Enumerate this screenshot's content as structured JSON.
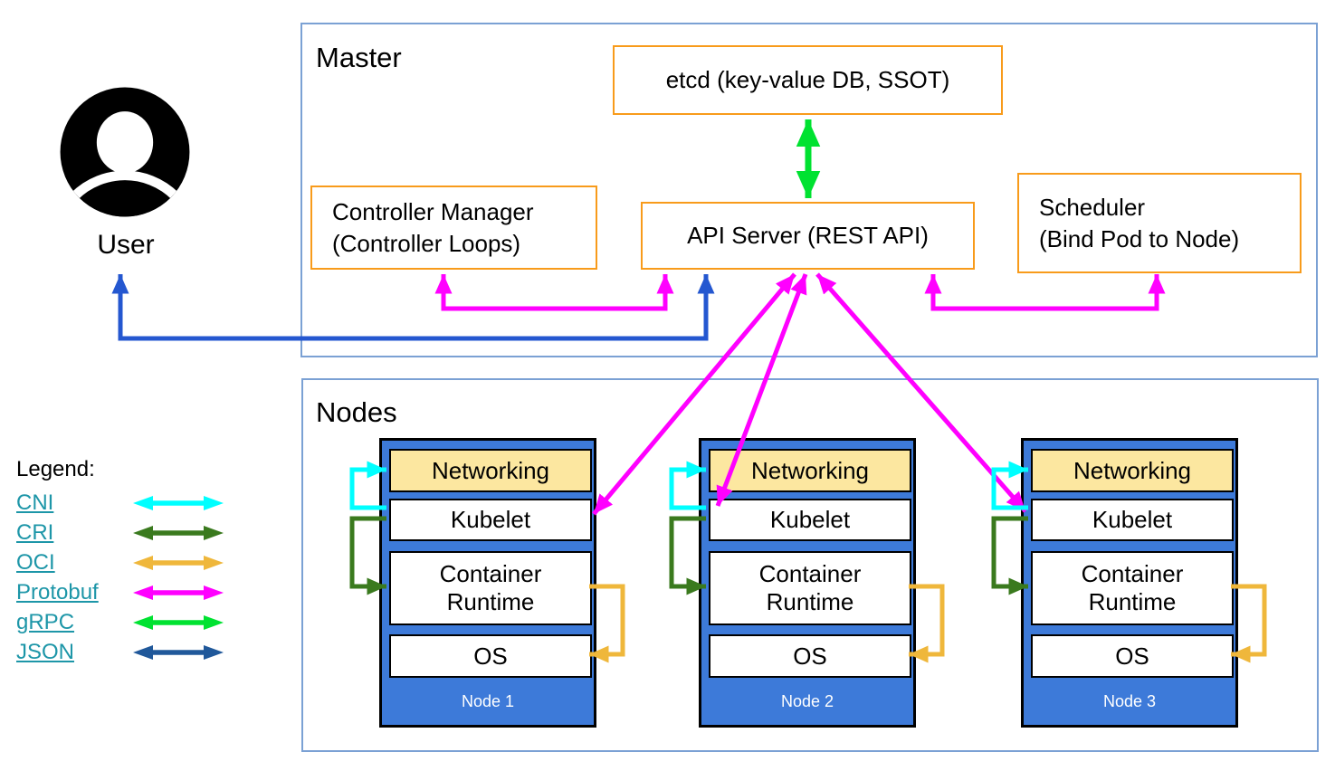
{
  "user": {
    "label": "User"
  },
  "master": {
    "title": "Master",
    "etcd_label": "etcd (key-value DB, SSOT)",
    "controller_manager": {
      "line1": "Controller Manager",
      "line2": "(Controller Loops)"
    },
    "api_server_label": "API Server (REST API)",
    "scheduler": {
      "line1": "Scheduler",
      "line2": "(Bind Pod to Node)"
    }
  },
  "nodes_section": {
    "title": "Nodes",
    "layers": [
      "Networking",
      "Kubelet",
      "Container Runtime",
      "OS"
    ],
    "titles": [
      "Node 1",
      "Node 2",
      "Node 3"
    ]
  },
  "legend": {
    "title": "Legend:",
    "items": [
      {
        "label": "CNI",
        "color": "#00ffff"
      },
      {
        "label": "CRI",
        "color": "#3a7a1e"
      },
      {
        "label": "OCI",
        "color": "#efb73b"
      },
      {
        "label": "Protobuf",
        "color": "#ff00ff"
      },
      {
        "label": "gRPC",
        "color": "#00e231"
      },
      {
        "label": "JSON",
        "color": "#20589a"
      }
    ]
  },
  "colors": {
    "cni": "#00ffff",
    "cri": "#3a7a1e",
    "oci": "#efb73b",
    "protobuf": "#ff00ff",
    "grpc": "#00e231",
    "json_legend": "#20589a",
    "user_json_line": "#2457d0",
    "component_border": "#f89b1b",
    "container_border": "#7ba1d4",
    "node_fill": "#3d7ad9",
    "networking_fill": "#fce7a0",
    "legend_link": "#1d96a8"
  }
}
